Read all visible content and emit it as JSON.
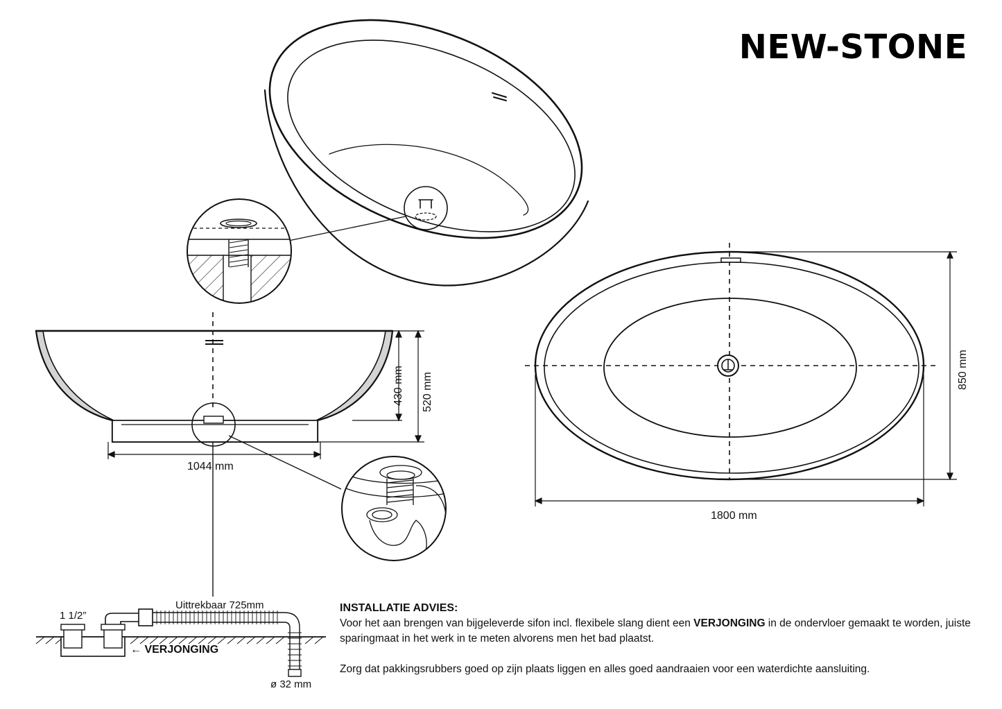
{
  "brand": "NEW-STONE",
  "dimensions": {
    "side_depth_inner": "430 mm",
    "side_depth_total": "520 mm",
    "base_width": "1044 mm",
    "top_width": "1800 mm",
    "top_height": "850 mm"
  },
  "siphon": {
    "extendable": "Uittrekbaar 725mm",
    "pipe_size": "1 1/2”",
    "hose_diameter": "ø 32 mm",
    "recess_arrow": "←",
    "recess_label": "VERJONGING"
  },
  "advice": {
    "heading": "INSTALLATIE ADVIES:",
    "p1_before": "Voor het aan brengen van bijgeleverde sifon incl. flexibele slang dient een ",
    "p1_bold": "VERJONGING",
    "p1_after": " in de ondervloer gemaakt te worden, juiste sparingmaat in het werk in te meten alvorens men het bad plaatst.",
    "p2": "Zorg dat pakkingsrubbers goed op zijn plaats liggen en alles goed aandraaien voor een waterdichte aansluiting."
  },
  "colors": {
    "line": "#111111",
    "shell_fill": "#d4d4d4"
  }
}
